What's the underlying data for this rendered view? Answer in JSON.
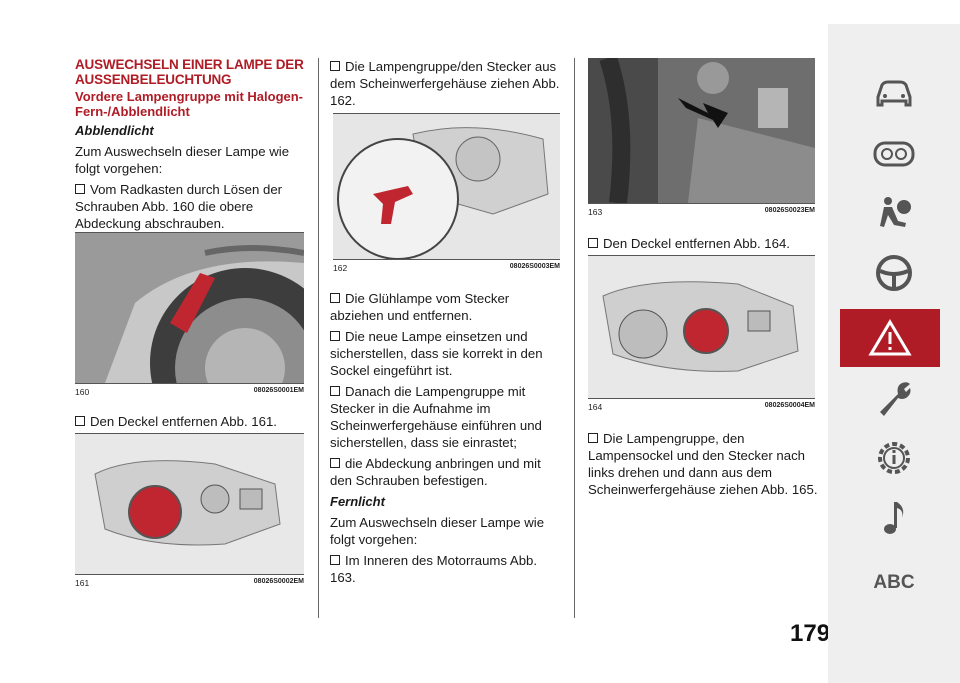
{
  "col1": {
    "title": "AUSWECHSELN EINER LAMPE DER AUSSENBELEUCHTUNG",
    "subtitle": "Vordere Lampengruppe mit Halogen-Fern-/Abblendlicht",
    "subhead": "Abblendlicht",
    "intro": "Zum Auswechseln dieser Lampe wie folgt vorgehen:",
    "step1": "Vom Radkasten durch Lösen der Schrauben Abb. 160 die obere Abdeckung abschrauben.",
    "fig160": {
      "num": "160",
      "code": "08026S0001EM"
    },
    "step2": "Den Deckel entfernen Abb. 161.",
    "fig161": {
      "num": "161",
      "code": "08026S0002EM"
    }
  },
  "col2": {
    "step1": "Die Lampengruppe/den Stecker aus dem Scheinwerfergehäuse ziehen Abb. 162.",
    "fig162": {
      "num": "162",
      "code": "08026S0003EM"
    },
    "step2": "Die Glühlampe vom Stecker abziehen und entfernen.",
    "step3": "Die neue Lampe einsetzen und sicherstellen, dass sie korrekt in den Sockel eingeführt ist.",
    "step4": "Danach die Lampengruppe mit Stecker in die Aufnahme im Scheinwerfergehäuse einführen und sicherstellen, dass sie einrastet;",
    "step5": "die Abdeckung anbringen und mit den Schrauben befestigen.",
    "subhead": "Fernlicht",
    "intro": "Zum Auswechseln dieser Lampe wie folgt vorgehen:",
    "step6": "Im Inneren des Motorraums Abb. 163."
  },
  "col3": {
    "fig163": {
      "num": "163",
      "code": "08026S0023EM"
    },
    "step1": "Den Deckel entfernen Abb. 164.",
    "fig164": {
      "num": "164",
      "code": "08026S0004EM"
    },
    "step2": "Die Lampengruppe, den Lampensockel und den Stecker nach links drehen und dann aus dem Scheinwerfergehäuse ziehen Abb. 165."
  },
  "page_number": "179",
  "sidebar": {
    "icons": [
      "car-icon",
      "dashboard-icon",
      "airbag-icon",
      "steering-wheel-icon",
      "warning-triangle-icon",
      "wrench-icon",
      "gear-info-icon",
      "music-note-icon",
      "abc-index-icon"
    ],
    "abc_label": "ABC",
    "active_color": "#b01c26"
  }
}
